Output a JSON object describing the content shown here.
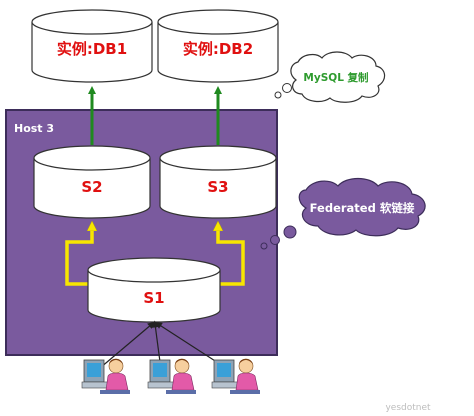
{
  "nodes": {
    "db1": {
      "label": "实例:DB1"
    },
    "db2": {
      "label": "实例:DB2"
    },
    "s2": {
      "label": "S2"
    },
    "s3": {
      "label": "S3"
    },
    "s1": {
      "label": "S1"
    }
  },
  "host": {
    "label": "Host 3"
  },
  "callouts": {
    "mysql": {
      "label": "MySQL 复制"
    },
    "federated": {
      "label": "Federated 软链接"
    }
  },
  "watermark": {
    "text": "yesdotnet"
  },
  "colors": {
    "host_fill": "#7a5a9e",
    "host_border": "#3d2d5a",
    "cylinder_fill": "#ffffff",
    "label_red": "#e01010",
    "green_arrow": "#1f8a1f",
    "yellow_arrow": "#f7e600",
    "cloud_fill": "#7a5a9e",
    "mysql_text": "#2e9b2e"
  }
}
